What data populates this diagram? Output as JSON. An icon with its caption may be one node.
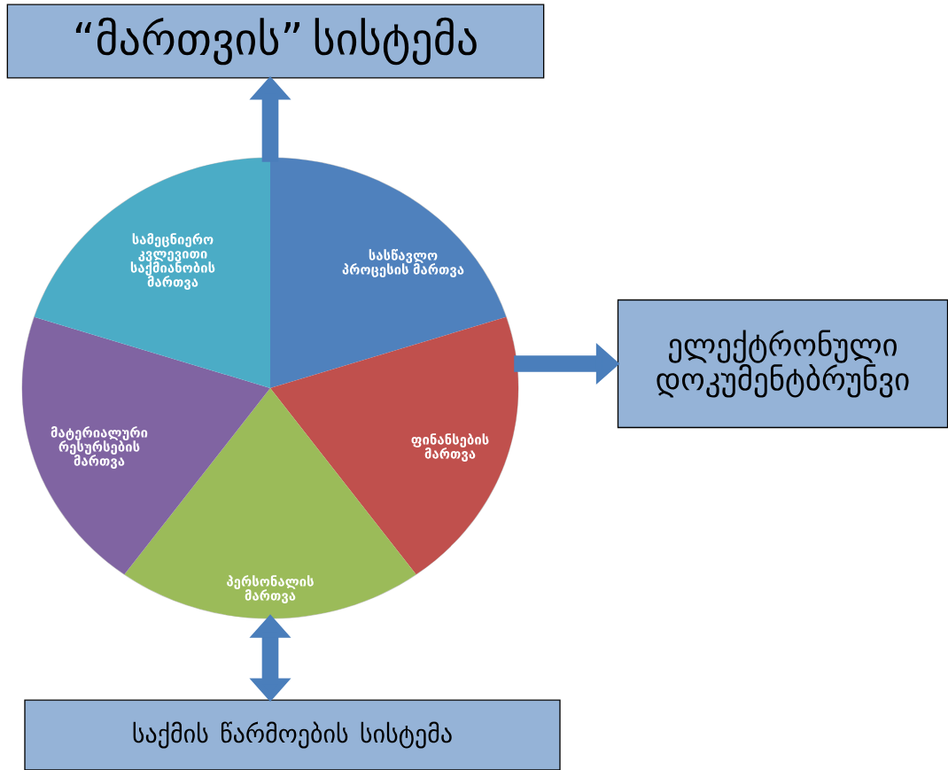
{
  "diagram": {
    "nodes": [
      {
        "text": [
          "“მართვის” სისტემა"
        ]
      },
      {
        "text": [],
        "shape": "circle"
      },
      {
        "text": [
          "სასწავლო პროცესის მართვა"
        ],
        "in": 1
      },
      {
        "text": [
          "ფინანსების მართვა"
        ],
        "in": 1
      },
      {
        "text": [
          "პერსონალის მართვა"
        ],
        "in": 1
      },
      {
        "text": [
          "მატერიალური რესურსების მართვა"
        ],
        "in": 1
      },
      {
        "text": [
          "სამეცნიერო კვლევითი საქმიანობის მართვა"
        ],
        "in": 1
      },
      {
        "text": [
          "ელექტრონული დოკუმენტბრუნვი"
        ]
      },
      {
        "text": [
          "საქმის წარმოების სისტემა"
        ]
      }
    ],
    "edges": [
      {
        "from": 1,
        "to": 0,
        "arrow": "to"
      },
      {
        "from": 1,
        "to": 7,
        "arrow": "to"
      },
      {
        "from": 1,
        "to": 8,
        "arrow": "both"
      }
    ]
  }
}
